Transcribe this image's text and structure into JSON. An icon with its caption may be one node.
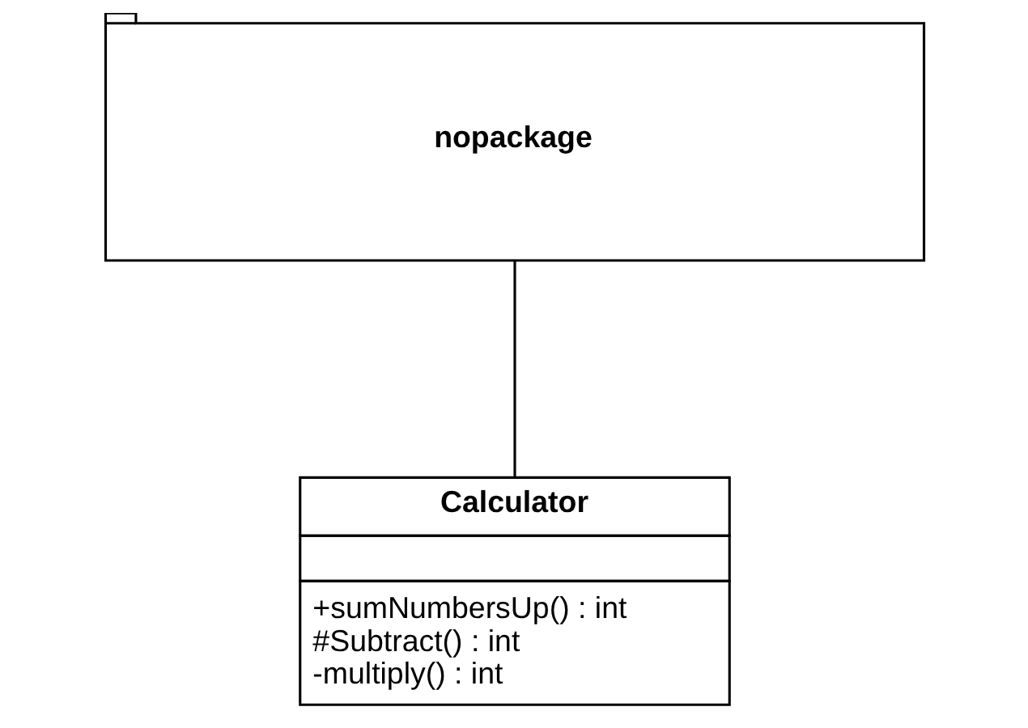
{
  "diagram": {
    "nodes": [
      {
        "text": [
          "nopackage"
        ]
      },
      {
        "text": [
          "Calculator",
          "+sumNumbersUp() : int",
          "#Subtract() : int",
          "-multiply() : int"
        ]
      }
    ],
    "edges": [
      {
        "from": 0,
        "to": 1,
        "arrow": "none"
      }
    ]
  }
}
